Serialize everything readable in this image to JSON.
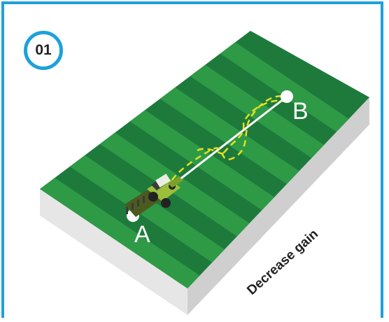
{
  "step": {
    "number": "01"
  },
  "points": {
    "a_label": "A",
    "b_label": "B"
  },
  "caption": "Decrease gain",
  "colors": {
    "frame": "#1da1db",
    "field_dark": "#1d7a3b",
    "field_light": "#2e9a46",
    "guidance_line": "#ffffff",
    "path": "#e3e020",
    "tractor": "#9bbf3a"
  }
}
